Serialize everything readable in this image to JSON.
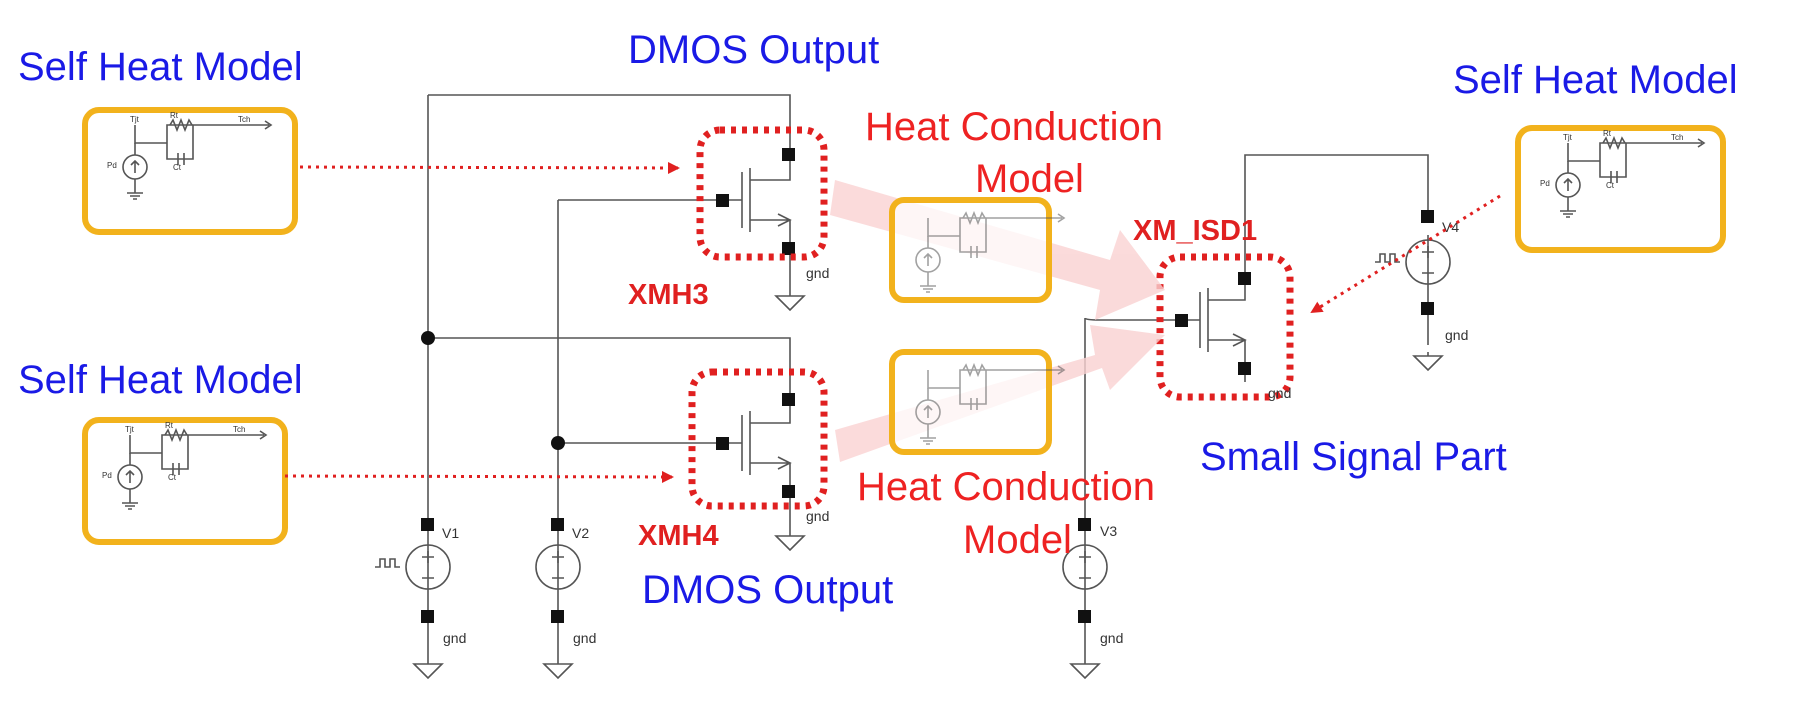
{
  "labels": {
    "self_heat_top_left": "Self Heat Model",
    "self_heat_mid_left": "Self Heat Model",
    "self_heat_right": "Self Heat Model",
    "dmos_output_top": "DMOS Output",
    "dmos_output_bottom": "DMOS Output",
    "heat_conduction_top_l1": "Heat Conduction",
    "heat_conduction_top_l2": "Model",
    "heat_conduction_bottom_l1": "Heat Conduction",
    "heat_conduction_bottom_l2": "Model",
    "small_signal_part": "Small Signal Part"
  },
  "devices": {
    "xmh3": "XMH3",
    "xmh4": "XMH4",
    "xm_isd1": "XM_ISD1"
  },
  "sources": {
    "v1": "V1",
    "v2": "V2",
    "v3": "V3",
    "v4": "V4"
  },
  "ground": "gnd",
  "mini_schematic": {
    "source_label": "Pd",
    "resistor_label": "Rt",
    "capacitor_label": "Ct",
    "node_in_label": "Tjt",
    "node_out_label": "Tch"
  },
  "colors": {
    "label_blue": "#1a1ae6",
    "label_red": "#ee2222",
    "box_orange": "#f2b21c",
    "dotted_red": "#e02020",
    "arrow_pink": "#fad2d2"
  }
}
